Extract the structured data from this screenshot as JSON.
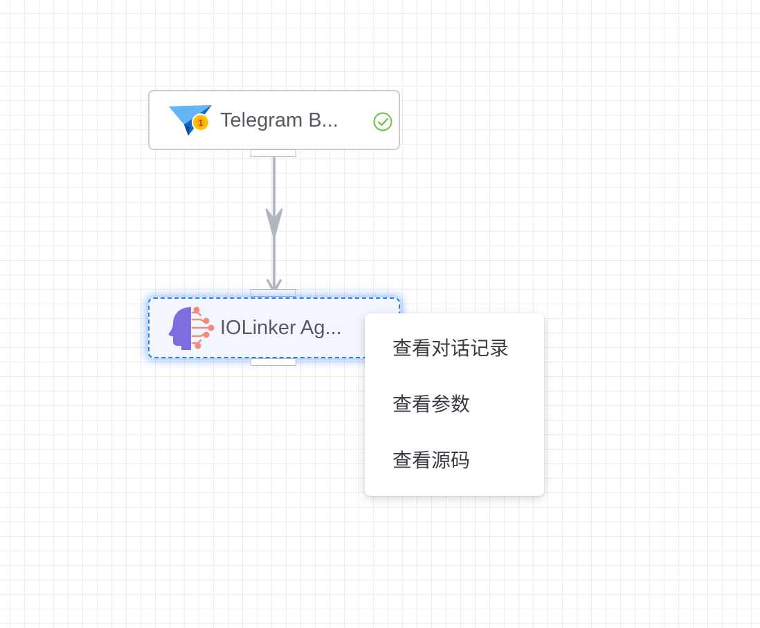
{
  "nodes": {
    "telegram": {
      "label": "Telegram B...",
      "icon": "paper-plane-badge-icon",
      "badge_number": "1",
      "status": "success-check-icon",
      "status_color": "#67c23a"
    },
    "agent": {
      "label": "IOLinker Ag...",
      "icon": "ai-head-icon",
      "selected": true
    }
  },
  "context_menu": {
    "items": [
      {
        "label": "查看对话记录"
      },
      {
        "label": "查看参数"
      },
      {
        "label": "查看源码"
      }
    ]
  },
  "colors": {
    "selection": "#2d7bef",
    "edge": "#b0b7c0",
    "node_border": "#c9cdd2"
  }
}
